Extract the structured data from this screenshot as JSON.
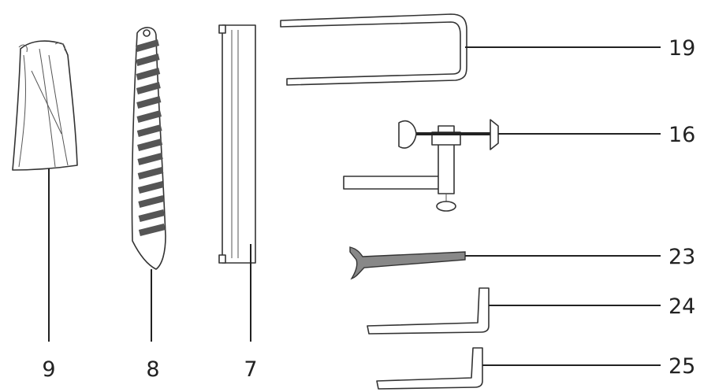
{
  "diagram": {
    "parts": [
      {
        "id": "bag",
        "label": "9"
      },
      {
        "id": "drill-bit",
        "label": "8"
      },
      {
        "id": "guide-rail",
        "label": "7"
      },
      {
        "id": "u-bracket",
        "label": "19"
      },
      {
        "id": "clamp",
        "label": "16"
      },
      {
        "id": "spanner-wrench",
        "label": "23"
      },
      {
        "id": "hex-key-large",
        "label": "24"
      },
      {
        "id": "hex-key-small",
        "label": "25"
      }
    ],
    "colors": {
      "line": "#333333",
      "fill": "#ffffff",
      "dark-fill": "#888888"
    }
  }
}
